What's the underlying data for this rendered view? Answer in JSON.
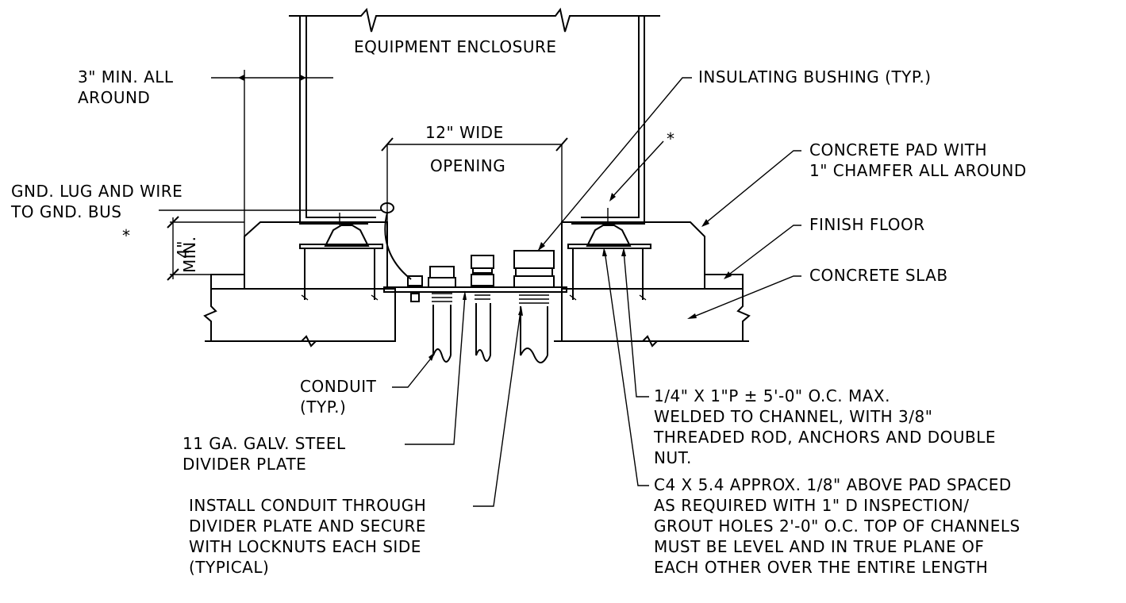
{
  "labels": {
    "enclosure": "EQUIPMENT ENCLOSURE",
    "min_clear_1": "3\" MIN. ALL",
    "min_clear_2": "AROUND",
    "bushing": "INSULATING BUSHING (TYP.)",
    "wide": "12\" WIDE",
    "opening": "OPENING",
    "star_top": "*",
    "pad_1": "CONCRETE PAD WITH",
    "pad_2": "1\" CHAMFER ALL AROUND",
    "gnd_1": "GND. LUG AND WIRE",
    "gnd_2": "TO GND. BUS",
    "star_left": "*",
    "dim_4": "4\"",
    "dim_min": "MIN.",
    "floor": "FINISH FLOOR",
    "slab": "CONCRETE SLAB",
    "conduit_1": "CONDUIT",
    "conduit_2": "(TYP.)",
    "plate_1": "11 GA. GALV. STEEL",
    "plate_2": "DIVIDER PLATE",
    "install_1": "INSTALL CONDUIT THROUGH",
    "install_2": "DIVIDER PLATE AND SECURE",
    "install_3": "WITH LOCKNUTS EACH SIDE",
    "install_4": "(TYPICAL)",
    "anchor_1": "1/4\" X 1\"P ± 5'-0\" O.C. MAX.",
    "anchor_2": "WELDED TO CHANNEL, WITH 3/8\"",
    "anchor_3": "THREADED ROD, ANCHORS AND DOUBLE",
    "anchor_4": "NUT.",
    "channel_1": "C4 X 5.4 APPROX. 1/8\" ABOVE PAD SPACED",
    "channel_2": "AS REQUIRED WITH 1\" D INSPECTION/",
    "channel_3": "GROUT HOLES 2'-0\" O.C. TOP OF CHANNELS",
    "channel_4": "MUST BE LEVEL AND IN TRUE PLANE OF",
    "channel_5": "EACH OTHER OVER THE ENTIRE LENGTH"
  },
  "colors": {
    "line": "#000000",
    "background": "#ffffff"
  }
}
